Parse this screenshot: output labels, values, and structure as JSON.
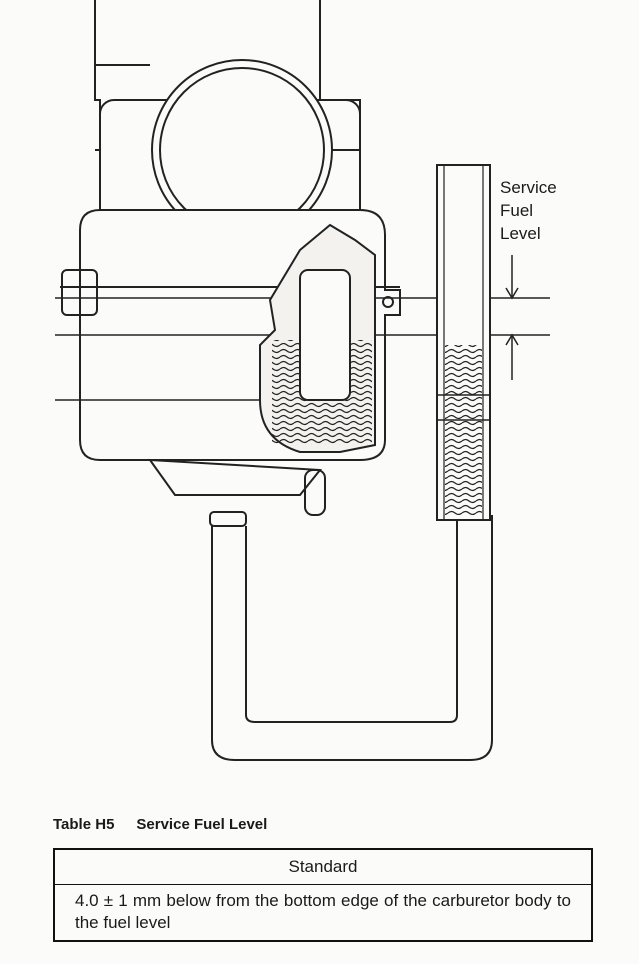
{
  "figure": {
    "label_lines": [
      "Service",
      "Fuel",
      "Level"
    ]
  },
  "table": {
    "number": "Table H5",
    "title": "Service Fuel Level",
    "header": "Standard",
    "value": "4.0 ± 1 mm below from the bottom edge of the carburetor body to the fuel level"
  }
}
